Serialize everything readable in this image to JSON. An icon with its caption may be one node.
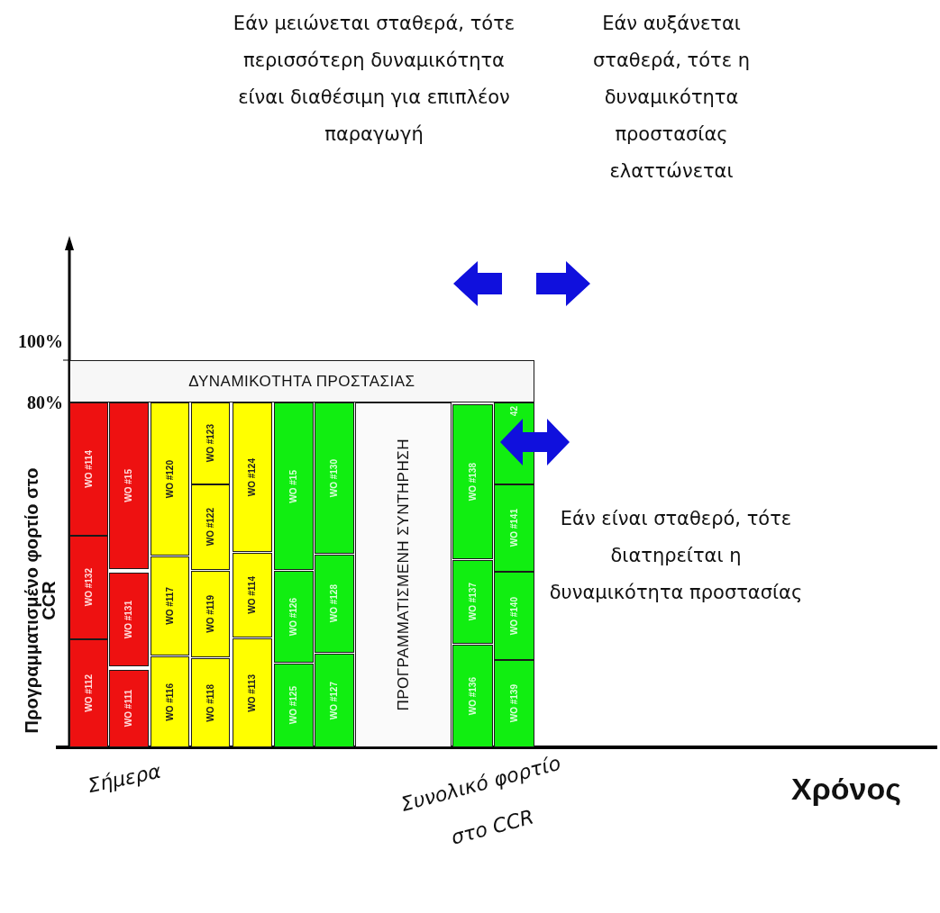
{
  "diagram": {
    "nodes": [
      {
        "text": [
          "ΔΥΝΑΜΙΚΟΤΗΤΑ ΠΡΟΣΤΑΣΙΑΣ"
        ]
      },
      {
        "text": [
          "WO #114"
        ]
      },
      {
        "text": [
          "WO #132"
        ]
      },
      {
        "text": [
          "WO #112"
        ]
      },
      {
        "text": [
          "WO #15"
        ]
      },
      {
        "text": [
          "WO #131"
        ]
      },
      {
        "text": [
          "WO #111"
        ]
      },
      {
        "text": [
          "WO #120"
        ]
      },
      {
        "text": [
          "WO #117"
        ]
      },
      {
        "text": [
          "WO #116"
        ]
      },
      {
        "text": [
          "WO #123"
        ]
      },
      {
        "text": [
          "WO #122"
        ]
      },
      {
        "text": [
          "WO #119"
        ]
      },
      {
        "text": [
          "WO #118"
        ]
      },
      {
        "text": [
          "WO #124"
        ]
      },
      {
        "text": [
          "WO #114"
        ]
      },
      {
        "text": [
          "WO #113"
        ]
      },
      {
        "text": [
          "WO #15"
        ]
      },
      {
        "text": [
          "WO #126"
        ]
      },
      {
        "text": [
          "WO #125"
        ]
      },
      {
        "text": [
          "WO #130"
        ]
      },
      {
        "text": [
          "WO #128"
        ]
      },
      {
        "text": [
          "WO #127"
        ]
      },
      {
        "text": [
          "ΠΡΟΓΡΑΜΜΑΤΙΣΜΕΝΗ ΣΥΝΤΗΡΗΣΗ"
        ]
      },
      {
        "text": [
          "WO #138"
        ]
      },
      {
        "text": [
          "WO #137"
        ]
      },
      {
        "text": [
          "WO #136"
        ]
      },
      {
        "text": [
          "42"
        ]
      },
      {
        "text": [
          "WO #141"
        ]
      },
      {
        "text": [
          "WO #140"
        ]
      },
      {
        "text": [
          "WO #139"
        ]
      }
    ],
    "labels": [
      "Εάν μειώνεται σταθερά, τότε περισσότερη δυναμικότητα είναι διαθέσιμη για επιπλέον παραγωγή",
      "Εάν αυξάνεται σταθερά, τότε η δυναμικότητα προστασίας ελαττώνεται",
      "100%",
      "80%",
      "Προγραμματισμένο φορτίο στο CCR",
      "Εάν είναι σταθερό, τότε διατηρείται η δυναμικότητα προστασίας",
      "Σήμερα",
      "Συνολικό φορτίο στο CCR",
      "Χρόνος"
    ]
  }
}
